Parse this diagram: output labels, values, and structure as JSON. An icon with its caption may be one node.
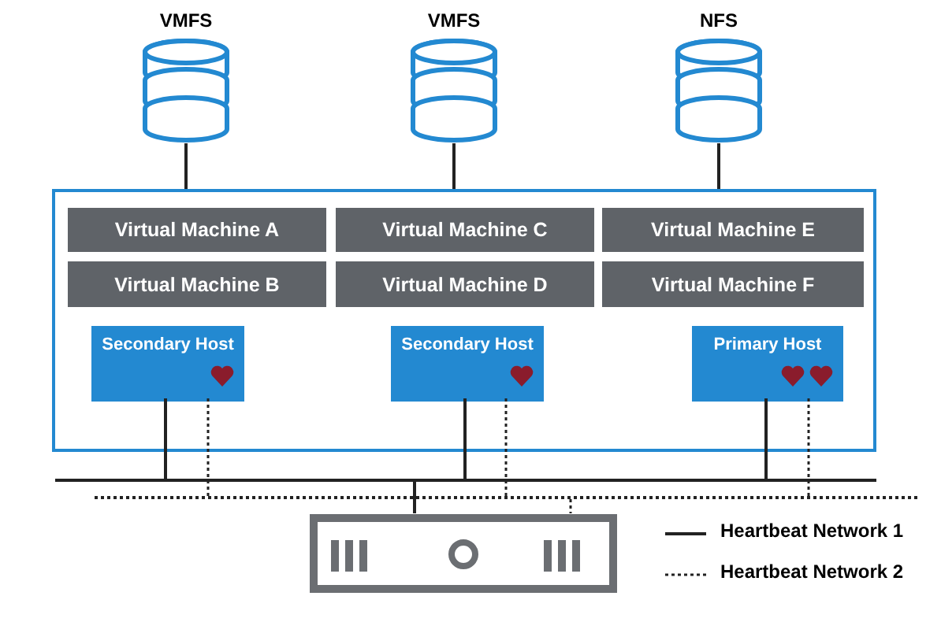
{
  "diagram": {
    "nodes": [
      {
        "text": [],
        "shape": "box"
      },
      {
        "text": [
          "VMFS"
        ]
      },
      {
        "text": [
          "VMFS"
        ]
      },
      {
        "text": [
          "NFS"
        ]
      },
      {
        "text": [
          "Virtual Machine A"
        ],
        "in": 0
      },
      {
        "text": [
          "Virtual Machine C"
        ],
        "in": 0
      },
      {
        "text": [
          "Virtual Machine E"
        ],
        "in": 0
      },
      {
        "text": [
          "Virtual Machine B"
        ],
        "in": 0
      },
      {
        "text": [
          "Virtual Machine D"
        ],
        "in": 0
      },
      {
        "text": [
          "Virtual Machine F"
        ],
        "in": 0
      },
      {
        "text": [
          "Secondary Host"
        ],
        "in": 0
      },
      {
        "text": [
          "Secondary Host"
        ],
        "in": 0
      },
      {
        "text": [
          "Primary Host"
        ],
        "in": 0
      },
      {
        "text": [],
        "shape": "bar"
      },
      {
        "text": [],
        "shape": "bar"
      },
      {
        "text": [],
        "shape": "box"
      }
    ],
    "edges": [
      {
        "from": 1,
        "to": 0,
        "arrow": "none"
      },
      {
        "from": 2,
        "to": 0,
        "arrow": "none"
      },
      {
        "from": 3,
        "to": 0,
        "arrow": "none"
      },
      {
        "from": 10,
        "to": 13,
        "arrow": "none"
      },
      {
        "from": 10,
        "to": 14,
        "arrow": "none",
        "style": "dashed"
      },
      {
        "from": 11,
        "to": 13,
        "arrow": "none"
      },
      {
        "from": 11,
        "to": 14,
        "arrow": "none",
        "style": "dashed"
      },
      {
        "from": 12,
        "to": 13,
        "arrow": "none"
      },
      {
        "from": 12,
        "to": 14,
        "arrow": "none",
        "style": "dashed"
      },
      {
        "from": 13,
        "to": 15,
        "arrow": "none"
      },
      {
        "from": 14,
        "to": 15,
        "arrow": "none",
        "style": "dashed"
      }
    ],
    "legend": [
      {
        "text": "Heartbeat Network 1"
      },
      {
        "text": "Heartbeat Network 2"
      }
    ]
  }
}
